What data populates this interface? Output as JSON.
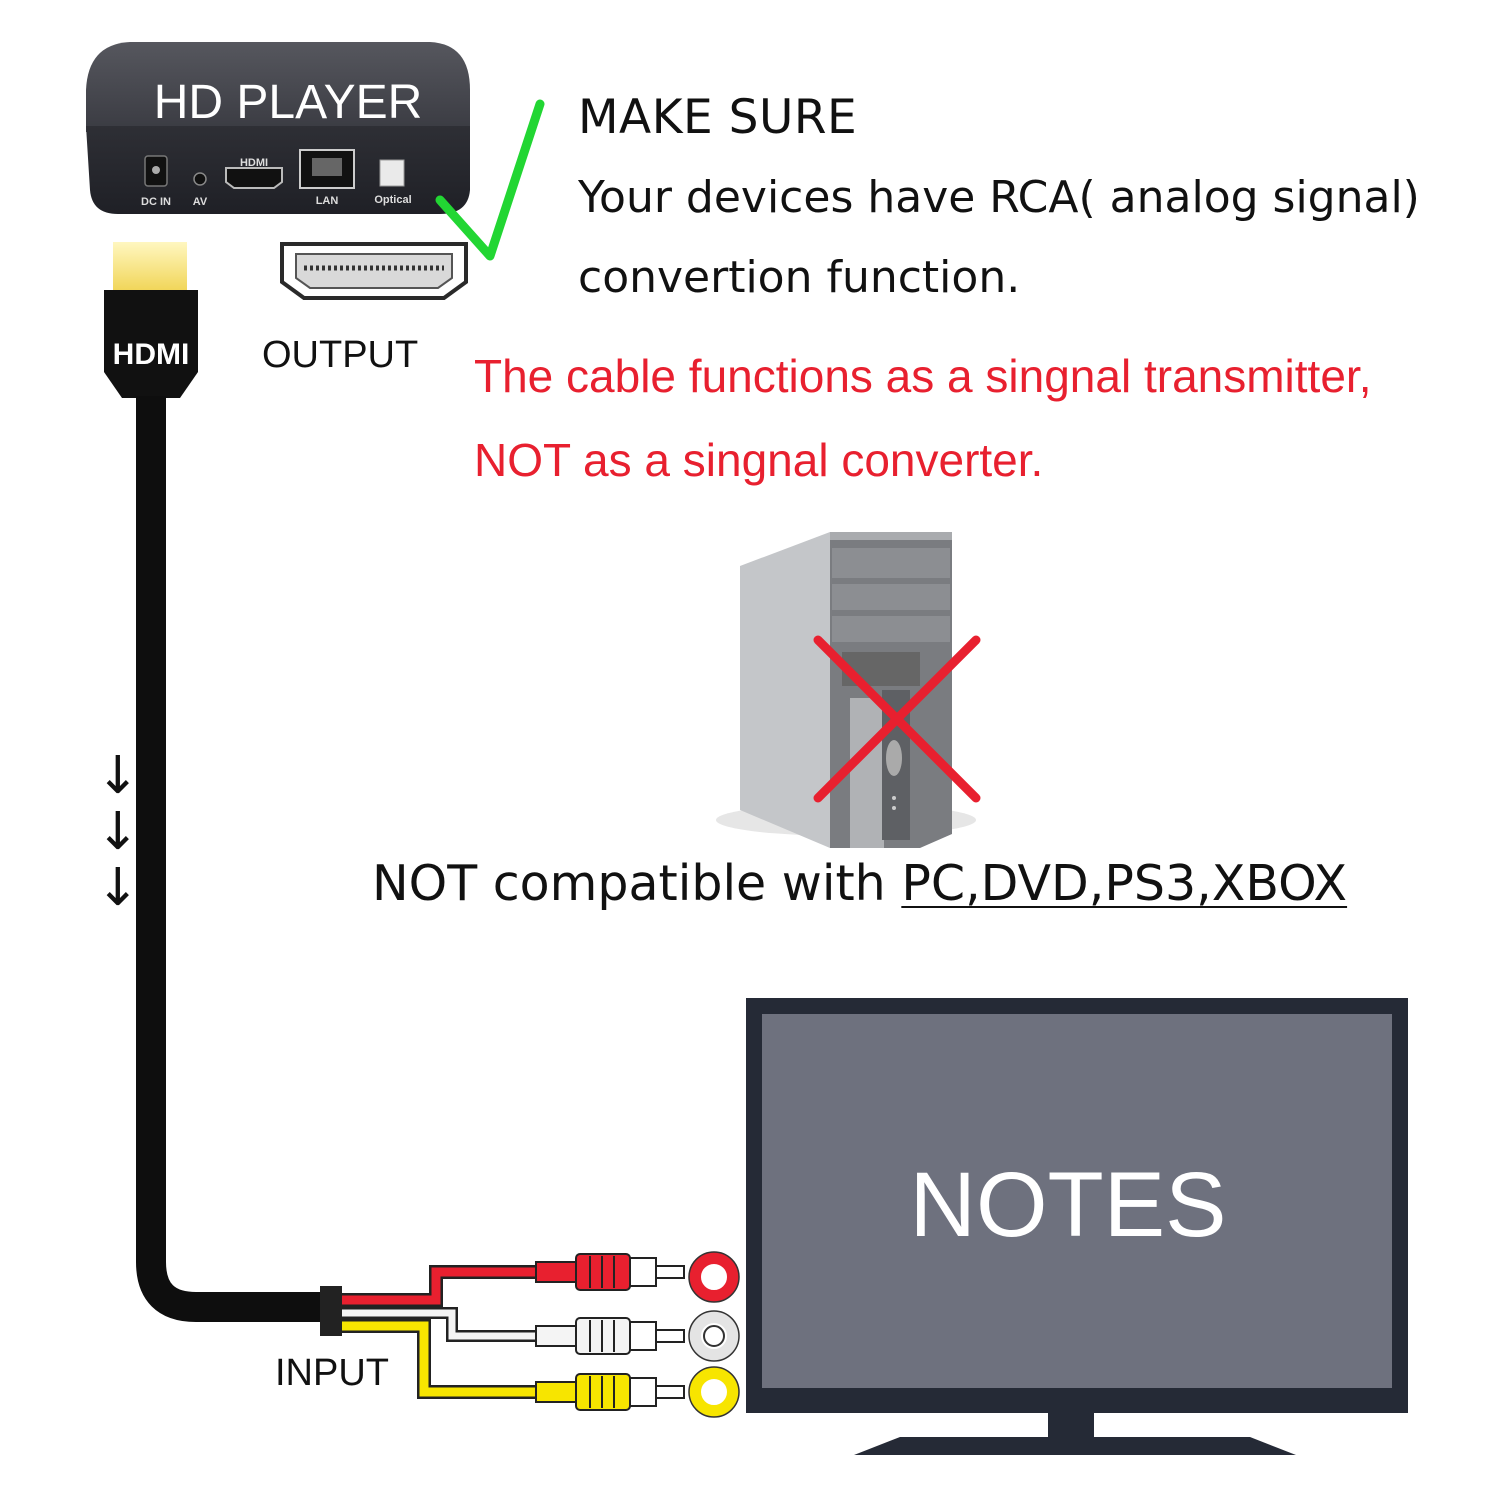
{
  "player": {
    "title": "HD PLAYER",
    "ports": {
      "dc_in": "DC IN",
      "av": "AV",
      "hdmi": "HDMI",
      "lan": "LAN",
      "optical": "Optical"
    }
  },
  "plug_label": "HDMI",
  "output_label": "OUTPUT",
  "input_label": "INPUT",
  "make_sure": {
    "heading": "MAKE SURE",
    "line1": "Your devices have RCA( analog signal)",
    "line2": "convertion function."
  },
  "warning": {
    "line1": "The cable functions as a singnal transmitter,",
    "line2": "NOT as a singnal converter."
  },
  "compatibility": {
    "prefix": "NOT compatible with ",
    "devices": "PC,DVD,PS3,XBOX"
  },
  "tv": {
    "screen_text": "NOTES"
  },
  "colors": {
    "warning_red": "#e8202f",
    "check_green": "#22d633",
    "cross_red": "#e8202f",
    "rca_red": "#e8202f",
    "rca_white": "#eeeeee",
    "rca_yellow": "#f7e500",
    "tv_screen": "#6e717e",
    "tv_frame": "#252a36"
  }
}
